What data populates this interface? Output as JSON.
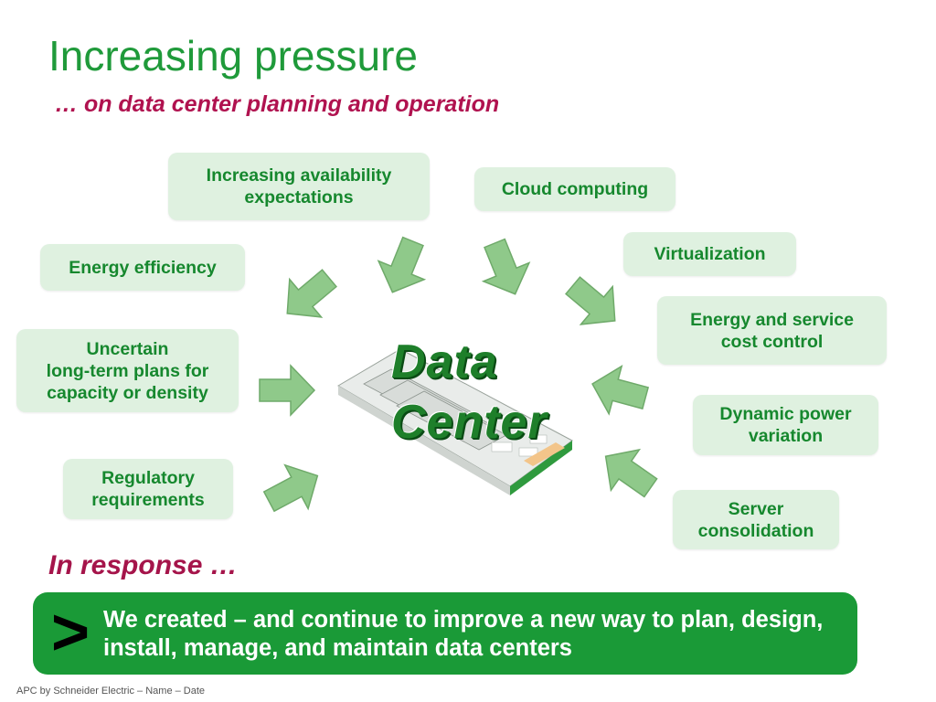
{
  "title": "Increasing pressure",
  "subtitle": "… on data center planning and operation",
  "center_label_line1": "Data",
  "center_label_line2": "Center",
  "pressures": [
    "Increasing availability\nexpectations",
    "Cloud computing",
    "Energy efficiency",
    "Virtualization",
    "Energy and service\ncost control",
    "Uncertain\nlong-term plans for\ncapacity or density",
    "Dynamic power\nvariation",
    "Regulatory\nrequirements",
    "Server\nconsolidation"
  ],
  "response_heading": "In response …",
  "banner": {
    "symbol": ">",
    "text": "We created – and continue to improve a new way to plan, design, install, manage, and maintain data centers"
  },
  "footer": "APC by Schneider Electric – Name – Date",
  "colors": {
    "title": "#1f9a3a",
    "subtitle": "#b0124f",
    "box_fill": "#dff1e0",
    "box_text": "#16882e",
    "arrow": "#8fc98a",
    "banner": "#1a9a37"
  },
  "icons": [
    "inward-arrow-icon",
    "data-center-floorplan-icon"
  ]
}
